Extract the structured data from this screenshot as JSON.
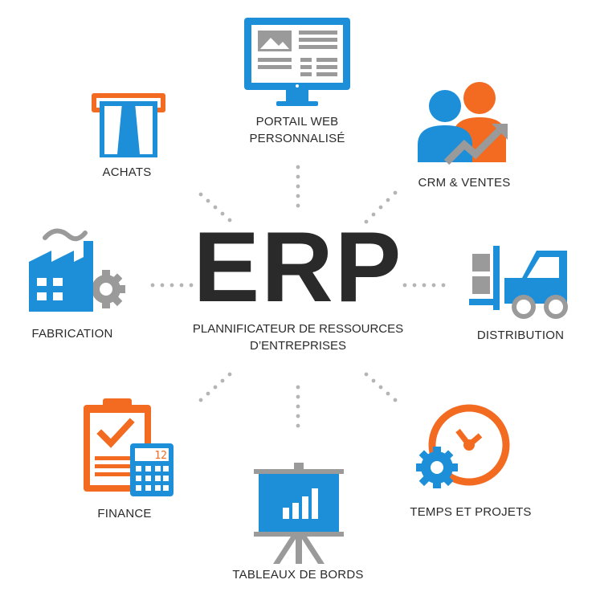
{
  "center": {
    "title": "ERP",
    "subtitle_line1": "PLANNIFICATEUR DE RESSOURCES",
    "subtitle_line2": "D’ENTREPRISES"
  },
  "modules": {
    "portail": {
      "line1": "PORTAIL WEB",
      "line2": "PERSONNALISÉ",
      "icon": "monitor-icon"
    },
    "achats": {
      "label": "ACHATS",
      "icon": "receipt-icon"
    },
    "crm": {
      "label": "CRM & VENTES",
      "icon": "people-growth-icon"
    },
    "fabrication": {
      "label": "FABRICATION",
      "icon": "factory-icon"
    },
    "distribution": {
      "label": "DISTRIBUTION",
      "icon": "forklift-icon"
    },
    "finance": {
      "label": "FINANCE",
      "icon": "clipboard-calculator-icon",
      "calculator_display": "12"
    },
    "tableaux": {
      "label": "TABLEAUX DE BORDS",
      "icon": "presentation-board-icon"
    },
    "temps": {
      "label": "TEMPS ET PROJETS",
      "icon": "clock-gear-icon"
    }
  },
  "colors": {
    "blue": "#1c8fd8",
    "orange": "#f26b21",
    "gray": "#9a9a9a",
    "dark": "#2a2a2a"
  }
}
